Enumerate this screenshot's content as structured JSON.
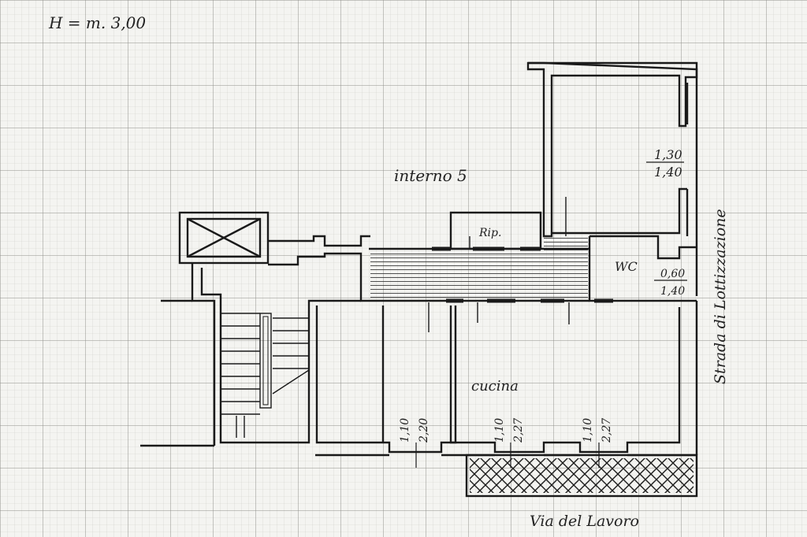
{
  "labels": {
    "height_note": "H = m. 3,00",
    "unit": "interno 5",
    "storage": "Rip.",
    "wc": "WC",
    "kitchen": "cucina",
    "street_bottom": "Via del Lavoro",
    "street_right": "Strada di Lottizzazione"
  },
  "dimensions": {
    "room_window_top": "1,30",
    "room_window_bottom": "1,40",
    "wc_window_top": "0,60",
    "wc_window_bottom": "1,40",
    "window1_a": "1,10",
    "window1_b": "2,20",
    "window2_a": "1,10",
    "window2_b": "2,27",
    "window3_a": "1,10",
    "window3_b": "2,27"
  },
  "colors": {
    "paper": "#f4f4f1",
    "grid_minor": "#c9c9c4",
    "grid_major": "#8d8d88",
    "ink": "#1a1a1a"
  }
}
